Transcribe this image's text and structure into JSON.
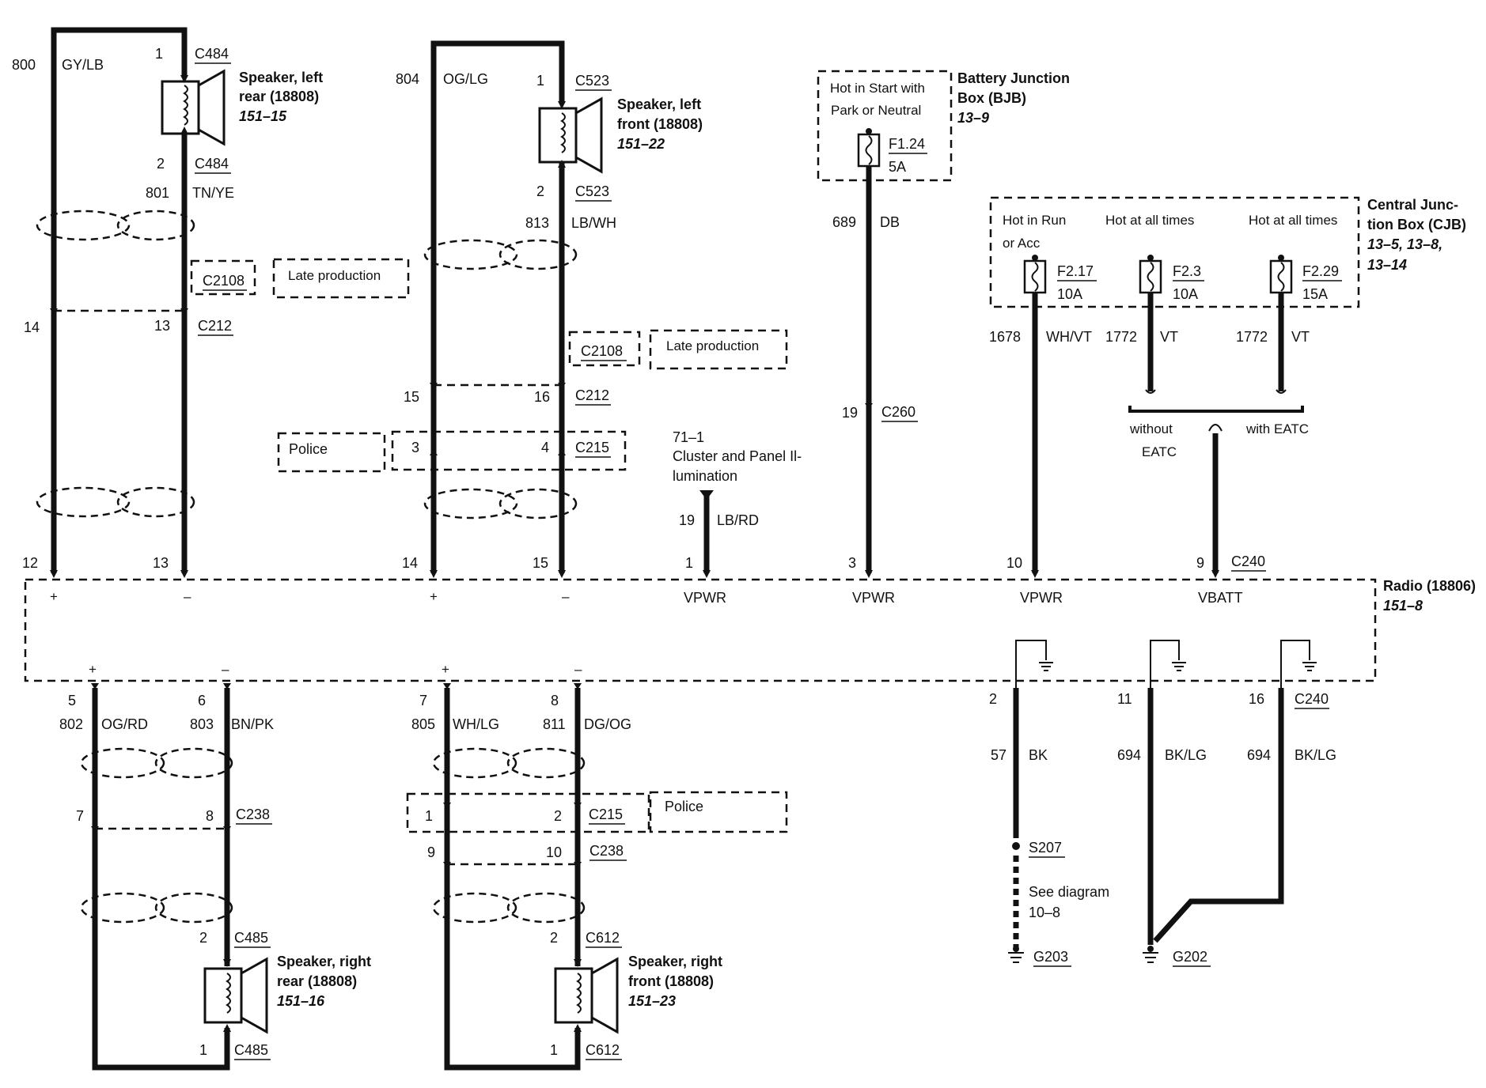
{
  "speakers": {
    "left_rear": {
      "name": "Speaker, left",
      "name2": "rear (18808)",
      "ref": "151–15",
      "pin_top": "1",
      "pin_bottom": "2",
      "conn_top": "C484",
      "conn_bottom": "C484"
    },
    "left_front": {
      "name": "Speaker, left",
      "name2": "front (18808)",
      "ref": "151–22",
      "pin_top": "1",
      "pin_bottom": "2",
      "conn_top": "C523",
      "conn_bottom": "C523"
    },
    "right_rear": {
      "name": "Speaker, right",
      "name2": "rear (18808)",
      "ref": "151–16",
      "pin_top": "2",
      "pin_bottom": "1",
      "conn_top": "C485",
      "conn_bottom": "C485"
    },
    "right_front": {
      "name": "Speaker, right",
      "name2": "front (18808)",
      "ref": "151–23",
      "pin_top": "2",
      "pin_bottom": "1",
      "conn_top": "C612",
      "conn_bottom": "C612"
    }
  },
  "wires": {
    "w800": {
      "circuit": "800",
      "color": "GY/LB"
    },
    "w801": {
      "circuit": "801",
      "color": "TN/YE"
    },
    "w804": {
      "circuit": "804",
      "color": "OG/LG"
    },
    "w813": {
      "circuit": "813",
      "color": "LB/WH"
    },
    "w689": {
      "circuit": "689",
      "color": "DB"
    },
    "w1678": {
      "circuit": "1678",
      "color": "WH/VT"
    },
    "w1772a": {
      "circuit": "1772",
      "color": "VT"
    },
    "w1772b": {
      "circuit": "1772",
      "color": "VT"
    },
    "w19": {
      "circuit": "19",
      "color": "LB/RD"
    },
    "w802": {
      "circuit": "802",
      "color": "OG/RD"
    },
    "w803": {
      "circuit": "803",
      "color": "BN/PK"
    },
    "w805": {
      "circuit": "805",
      "color": "WH/LG"
    },
    "w811": {
      "circuit": "811",
      "color": "DG/OG"
    },
    "w57": {
      "circuit": "57",
      "color": "BK"
    },
    "w694a": {
      "circuit": "694",
      "color": "BK/LG"
    },
    "w694b": {
      "circuit": "694",
      "color": "BK/LG"
    }
  },
  "connectors": {
    "c2108": "C2108",
    "c212": "C212",
    "c215": "C215",
    "c238": "C238",
    "c260": "C260",
    "c240": "C240",
    "late_production": "Late production",
    "police": "Police"
  },
  "pins": {
    "left_rear_c212_a": "14",
    "left_rear_c212_b": "13",
    "left_front_c212_a": "15",
    "left_front_c212_b": "16",
    "left_front_c215_a": "3",
    "left_front_c215_b": "4",
    "c260_pin": "19",
    "radio_top": [
      "12",
      "13",
      "14",
      "15",
      "1",
      "3",
      "10",
      "9"
    ],
    "radio_bottom": [
      "5",
      "6",
      "7",
      "8",
      "2",
      "11",
      "16"
    ],
    "right_rear_c238_a": "7",
    "right_rear_c238_b": "8",
    "right_front_c215_a": "1",
    "right_front_c215_b": "2",
    "right_front_c238_a": "9",
    "right_front_c238_b": "10"
  },
  "radio": {
    "name": "Radio (18806)",
    "ref": "151–8",
    "plus": "+",
    "minus": "–",
    "terminals": [
      "VPWR",
      "VPWR",
      "VPWR",
      "VBATT"
    ]
  },
  "bjb": {
    "title1": "Battery Junction",
    "title2": "Box (BJB)",
    "ref": "13–9",
    "note1": "Hot in Start with",
    "note2": "Park or Neutral",
    "fuse": "F1.24",
    "rating": "5A"
  },
  "cjb": {
    "title1": "Central Junc-",
    "title2": "tion Box (CJB)",
    "ref1": "13–5, 13–8,",
    "ref2": "13–14",
    "f1_note1": "Hot in Run",
    "f1_note2": "or Acc",
    "f1": "F2.17",
    "f1_rating": "10A",
    "f2_note": "Hot at all times",
    "f2": "F2.3",
    "f2_rating": "10A",
    "f3_note": "Hot at all times",
    "f3": "F2.29",
    "f3_rating": "15A"
  },
  "eatc": {
    "without1": "without",
    "without2": "EATC",
    "with": "with EATC"
  },
  "illumination": {
    "ref": "71–1",
    "line1": "Cluster and Panel Il-",
    "line2": "lumination"
  },
  "ground": {
    "splice": "S207",
    "see1": "See diagram",
    "see2": "10–8",
    "g203": "G203",
    "g202": "G202"
  }
}
